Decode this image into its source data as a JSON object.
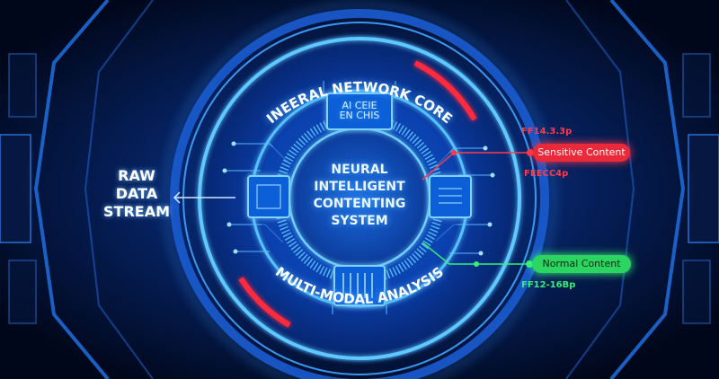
{
  "core": {
    "top_label": "INEERAL NETWORK CORE",
    "bottom_label": "MULTI-MODAL ANALYSIS",
    "chip_top_text": [
      "AI CEIE",
      "EN CHIS"
    ],
    "center_lines": [
      "NEURAL",
      "INTELLIGENT",
      "CONTENTING",
      "SYSTEM"
    ]
  },
  "input": {
    "lines": [
      "RAW",
      "DATA",
      "STREAM"
    ]
  },
  "outputs": {
    "code_top": "FF14.3.3p",
    "sensitive_label": "Sensitive Content",
    "code_mid": "FEECC4p",
    "normal_label": "Normal Content",
    "code_bottom": "FF12-16Bp"
  },
  "colors": {
    "accent_blue": "#2e8bff",
    "glow_blue": "#56c2ff",
    "alert_red": "#ff2a3c",
    "ok_green": "#34f074",
    "background": "#020a22"
  }
}
